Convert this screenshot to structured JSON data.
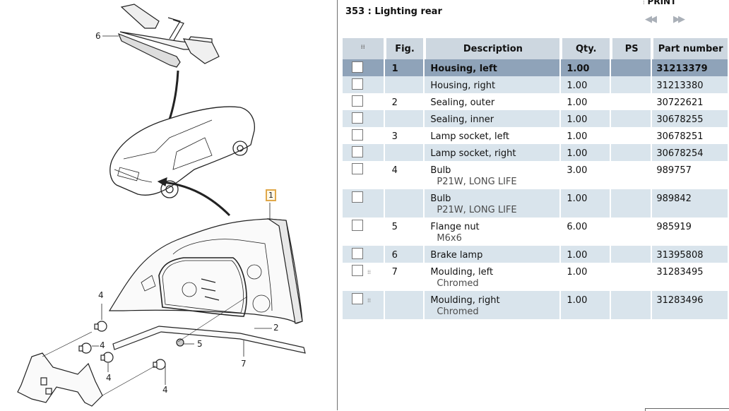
{
  "header": {
    "title": "353 : Lighting rear",
    "print_label": "PRINT",
    "prev_icon": "double-chevron-left-icon",
    "next_icon": "double-chevron-right-icon"
  },
  "table": {
    "columns": [
      "",
      "Fig.",
      "Description",
      "Qty.",
      "PS",
      "Part number"
    ],
    "rows": [
      {
        "fig": "1",
        "description": "Housing, left",
        "sub": "",
        "qty": "1.00",
        "ps": "",
        "part": "31213379",
        "selected": true,
        "grip": false
      },
      {
        "fig": "",
        "description": "Housing, right",
        "sub": "",
        "qty": "1.00",
        "ps": "",
        "part": "31213380",
        "selected": false,
        "grip": false
      },
      {
        "fig": "2",
        "description": "Sealing, outer",
        "sub": "",
        "qty": "1.00",
        "ps": "",
        "part": "30722621",
        "selected": false,
        "grip": false
      },
      {
        "fig": "",
        "description": "Sealing, inner",
        "sub": "",
        "qty": "1.00",
        "ps": "",
        "part": "30678255",
        "selected": false,
        "grip": false
      },
      {
        "fig": "3",
        "description": "Lamp socket, left",
        "sub": "",
        "qty": "1.00",
        "ps": "",
        "part": "30678251",
        "selected": false,
        "grip": false
      },
      {
        "fig": "",
        "description": "Lamp socket, right",
        "sub": "",
        "qty": "1.00",
        "ps": "",
        "part": "30678254",
        "selected": false,
        "grip": false
      },
      {
        "fig": "4",
        "description": "Bulb",
        "sub": "P21W, LONG LIFE",
        "qty": "3.00",
        "ps": "",
        "part": "989757",
        "selected": false,
        "grip": false
      },
      {
        "fig": "",
        "description": "Bulb",
        "sub": "P21W, LONG LIFE",
        "qty": "1.00",
        "ps": "",
        "part": "989842",
        "selected": false,
        "grip": false
      },
      {
        "fig": "5",
        "description": "Flange nut",
        "sub": "M6x6",
        "qty": "6.00",
        "ps": "",
        "part": "985919",
        "selected": false,
        "grip": false
      },
      {
        "fig": "6",
        "description": "Brake lamp",
        "sub": "",
        "qty": "1.00",
        "ps": "",
        "part": "31395808",
        "selected": false,
        "grip": false
      },
      {
        "fig": "7",
        "description": "Moulding, left",
        "sub": "Chromed",
        "qty": "1.00",
        "ps": "",
        "part": "31283495",
        "selected": false,
        "grip": true
      },
      {
        "fig": "",
        "description": "Moulding, right",
        "sub": "Chromed",
        "qty": "1.00",
        "ps": "",
        "part": "31283496",
        "selected": false,
        "grip": true
      }
    ]
  },
  "diagram": {
    "callouts": [
      {
        "id": "c6",
        "label": "6"
      },
      {
        "id": "c1",
        "label": "1"
      },
      {
        "id": "c2",
        "label": "2"
      },
      {
        "id": "c5",
        "label": "5"
      },
      {
        "id": "c7",
        "label": "7"
      },
      {
        "id": "c4a",
        "label": "4"
      },
      {
        "id": "c4b",
        "label": "4"
      },
      {
        "id": "c4c",
        "label": "4"
      },
      {
        "id": "c4d",
        "label": "4"
      }
    ]
  },
  "colors": {
    "header_bg": "#cdd7e0",
    "row_alt_bg": "#d9e4ec",
    "row_selected_bg": "#8fa3b9",
    "highlight_callout": "#e0a84a"
  }
}
